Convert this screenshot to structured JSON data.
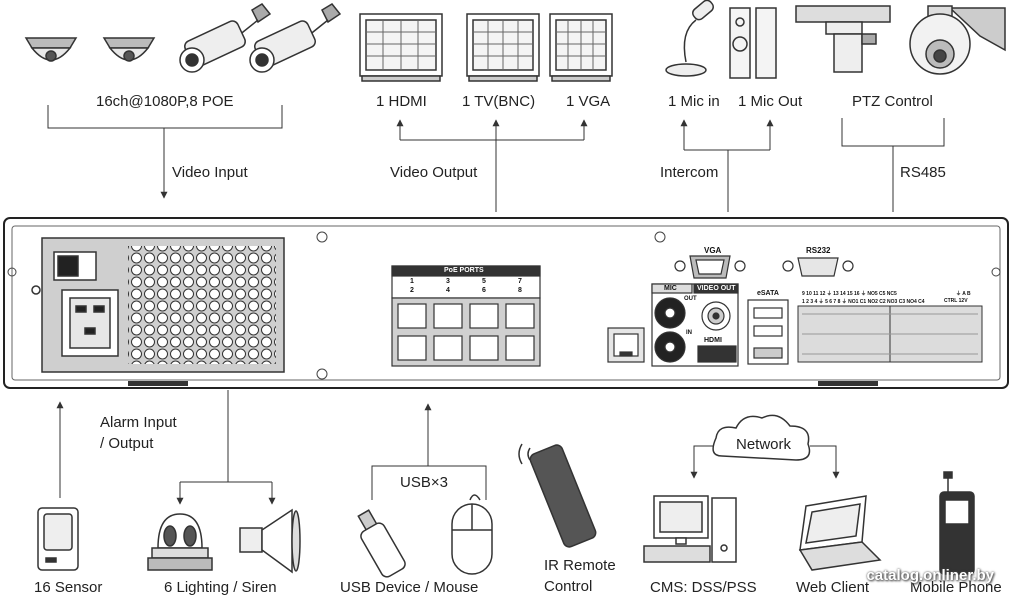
{
  "top": {
    "cameras_label": "16ch@1080P,8 POE",
    "video_input": "Video Input",
    "hdmi": "1 HDMI",
    "tv": "1 TV(BNC)",
    "vga": "1 VGA",
    "video_output": "Video Output",
    "mic_in": "1 Mic in",
    "mic_out": "1 Mic Out",
    "intercom": "Intercom",
    "ptz": "PTZ Control",
    "rs485": "RS485"
  },
  "panel": {
    "poe_title": "PoE PORTS",
    "poe_top": [
      "1",
      "3",
      "5",
      "7"
    ],
    "poe_bottom": [
      "2",
      "4",
      "6",
      "8"
    ],
    "vga": "VGA",
    "rs232": "RS232",
    "mic": "MIC",
    "video_out": "VIDEO OUT",
    "out": "OUT",
    "in": "IN",
    "hdmi": "HDMI",
    "esata": "eSATA",
    "alarm_row1": "9 10 11 12 ⏚ 13 14 15 16 ⏚ NO5 C5 NC5",
    "alarm_row2": "1 2 3 4 ⏚ 5 6 7 8 ⏚ NO1 C1 NO2 C2 NO3 C3 NO4 C4",
    "ab": "⏚ A B",
    "ctrl": "CTRL 12V"
  },
  "bottom": {
    "alarm_io_1": "Alarm Input",
    "alarm_io_2": "/ Output",
    "sensor": "16 Sensor",
    "lighting": "6 Lighting / Siren",
    "usb_count": "USB×3",
    "usb_devices": "USB Device / Mouse",
    "ir_1": "IR Remote",
    "ir_2": "Control",
    "network": "Network",
    "cms": "CMS: DSS/PSS",
    "web": "Web Client",
    "mobile": "Mobile Phone"
  },
  "watermark": "catalog.onliner.by"
}
